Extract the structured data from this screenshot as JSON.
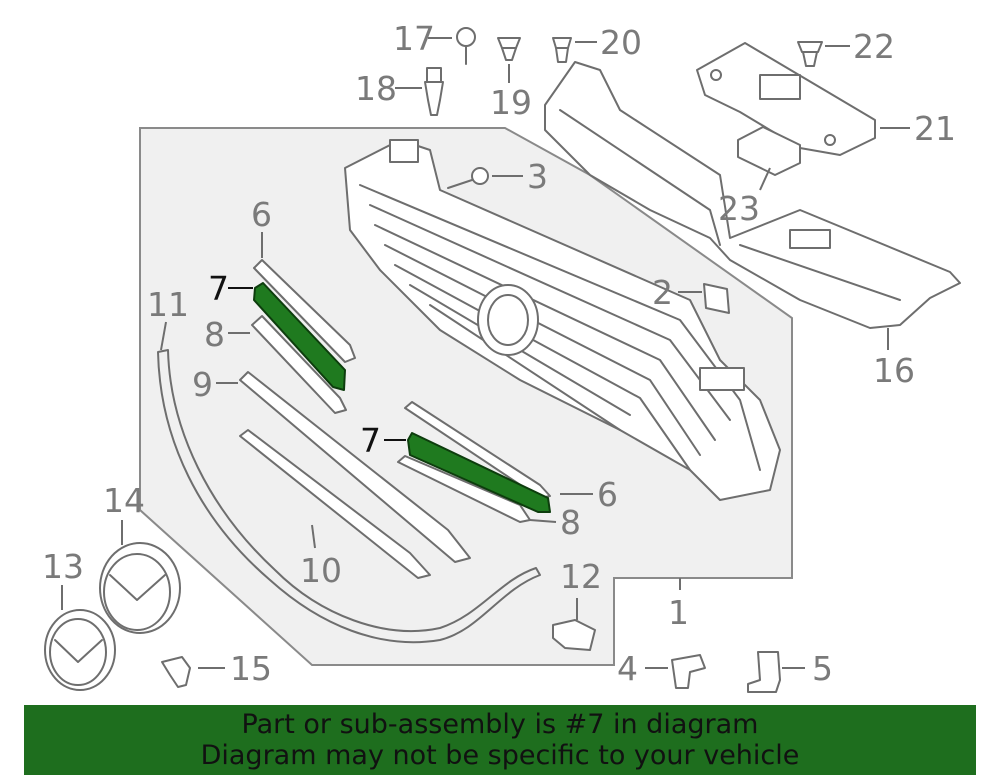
{
  "callouts": {
    "n1": "1",
    "n2": "2",
    "n3": "3",
    "n4": "4",
    "n5": "5",
    "n6a": "6",
    "n6b": "6",
    "n7a": "7",
    "n7b": "7",
    "n8a": "8",
    "n8b": "8",
    "n9": "9",
    "n10": "10",
    "n11": "11",
    "n12": "12",
    "n13": "13",
    "n14": "14",
    "n15": "15",
    "n16": "16",
    "n17": "17",
    "n18": "18",
    "n19": "19",
    "n20": "20",
    "n21": "21",
    "n22": "22",
    "n23": "23"
  },
  "highlighted_part": "7",
  "colors": {
    "highlight": "#1f7a1f",
    "banner": "#1e6e1e",
    "linework": "#6e6e6e"
  },
  "banner": {
    "line1": "Part or sub-assembly is #7 in diagram",
    "line2": "Diagram may not be specific to your vehicle"
  }
}
